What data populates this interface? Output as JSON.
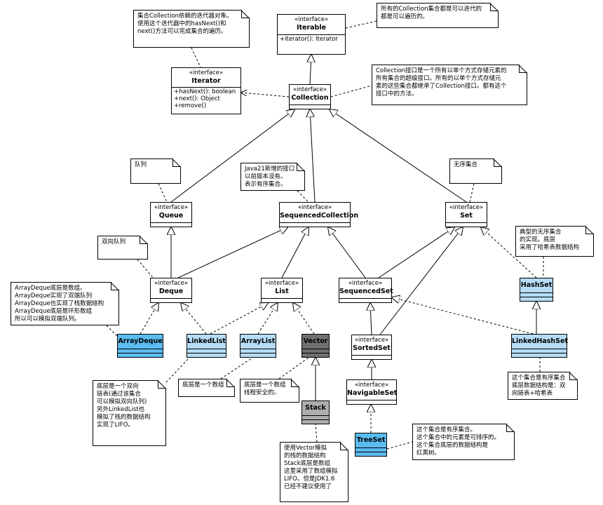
{
  "stereotype": "«interface»",
  "colors": {
    "class_blue": "#5bbcf0",
    "class_blue_light": "#b5dcf5",
    "class_gray": "#707070",
    "class_gray_light": "#aeaeae",
    "line": "#000000"
  },
  "nodes": {
    "iterable": {
      "name": "Iterable",
      "methods": [
        "+iterator(): Iterator"
      ]
    },
    "iterator": {
      "name": "Iterator",
      "methods": [
        "+hasNext(): boolean",
        "+next(): Object",
        "+remove()"
      ]
    },
    "collection": {
      "name": "Collection"
    },
    "queue": {
      "name": "Queue"
    },
    "sequenced_collection": {
      "name": "SequencedCollection"
    },
    "set": {
      "name": "Set"
    },
    "deque": {
      "name": "Deque"
    },
    "list": {
      "name": "List"
    },
    "sequenced_set": {
      "name": "SequencedSet"
    },
    "hash_set": {
      "name": "HashSet"
    },
    "array_deque": {
      "name": "ArrayDeque"
    },
    "linked_list": {
      "name": "LinkedList"
    },
    "array_list": {
      "name": "ArrayList"
    },
    "vector": {
      "name": "Vector"
    },
    "sorted_set": {
      "name": "SortedSet"
    },
    "linked_hash_set": {
      "name": "LinkedHashSet"
    },
    "navigable_set": {
      "name": "NavigableSet"
    },
    "stack": {
      "name": "Stack"
    },
    "tree_set": {
      "name": "TreeSet"
    }
  },
  "notes": {
    "iterator_note": "集合Collection依赖的迭代器对象。\n使用这个迭代器中的hasNext()和\nnext()方法可以完成集合的遍历。",
    "iterable_note": "所有的Collection集合都是可以迭代的\n都是可以遍历的。",
    "collection_note": "Collection接口是一个所有以单个方式存储元素的\n所有集合的超级接口。所有的以单个方式存储元\n素的这些集合都继承了Collection接口。都有这个\n接口中的方法。",
    "queue_note": "队列",
    "seqcoll_note": "Java21新增的接口\n以前版本没有。\n表示有序集合。",
    "set_note": "无序集合",
    "deque_note": "双向队列",
    "hashset_note": "典型的无序集合\n的实现。底层\n采用了哈希表数据结构",
    "arraydeque_note": "ArrayDeque底层是数组。\nArrayDeque实现了双端队列\nArrayDeque也实现了栈数据结构\nArrayDeque底层是环形数组\n所以可以模拟双端队列。",
    "linkedlist_note": "底层是一个双向\n链表(通过该集合\n可以模拟双向队列)\n另外LinkedList也\n模拟了栈的数据结构\n实现了LIFO。",
    "arraylist_note": "底层是一个数组",
    "vector_note": "底层是一个数组\n线程安全的。",
    "linkedhashset_note": "这个集合是有序集合\n底层数据结构是：双\n向链表+哈希表",
    "stack_note": "使用Vector模拟\n的栈的数据结构\nStack底层是数组\n这里采用了数组模拟\nLIFO。但是JDK1.6\n已经不建议使用了",
    "treeset_note": "这个集合是有序集合。\n这个集合中的元素是可排序的。\n这个集合底层的数据结构是\n红黑树。"
  }
}
